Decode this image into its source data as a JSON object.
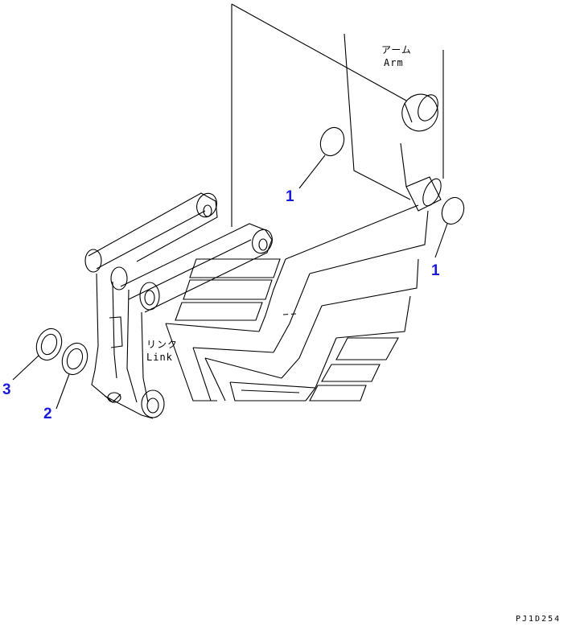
{
  "labels": {
    "arm_jp": "アーム",
    "arm_en": "Arm",
    "link_jp": "リンク",
    "link_en": "Link"
  },
  "callouts": {
    "c1a": "1",
    "c1b": "1",
    "c2": "2",
    "c3": "3"
  },
  "drawing_code": "PJ1D254",
  "colors": {
    "callout": "#1a1adc",
    "line": "#000000"
  }
}
